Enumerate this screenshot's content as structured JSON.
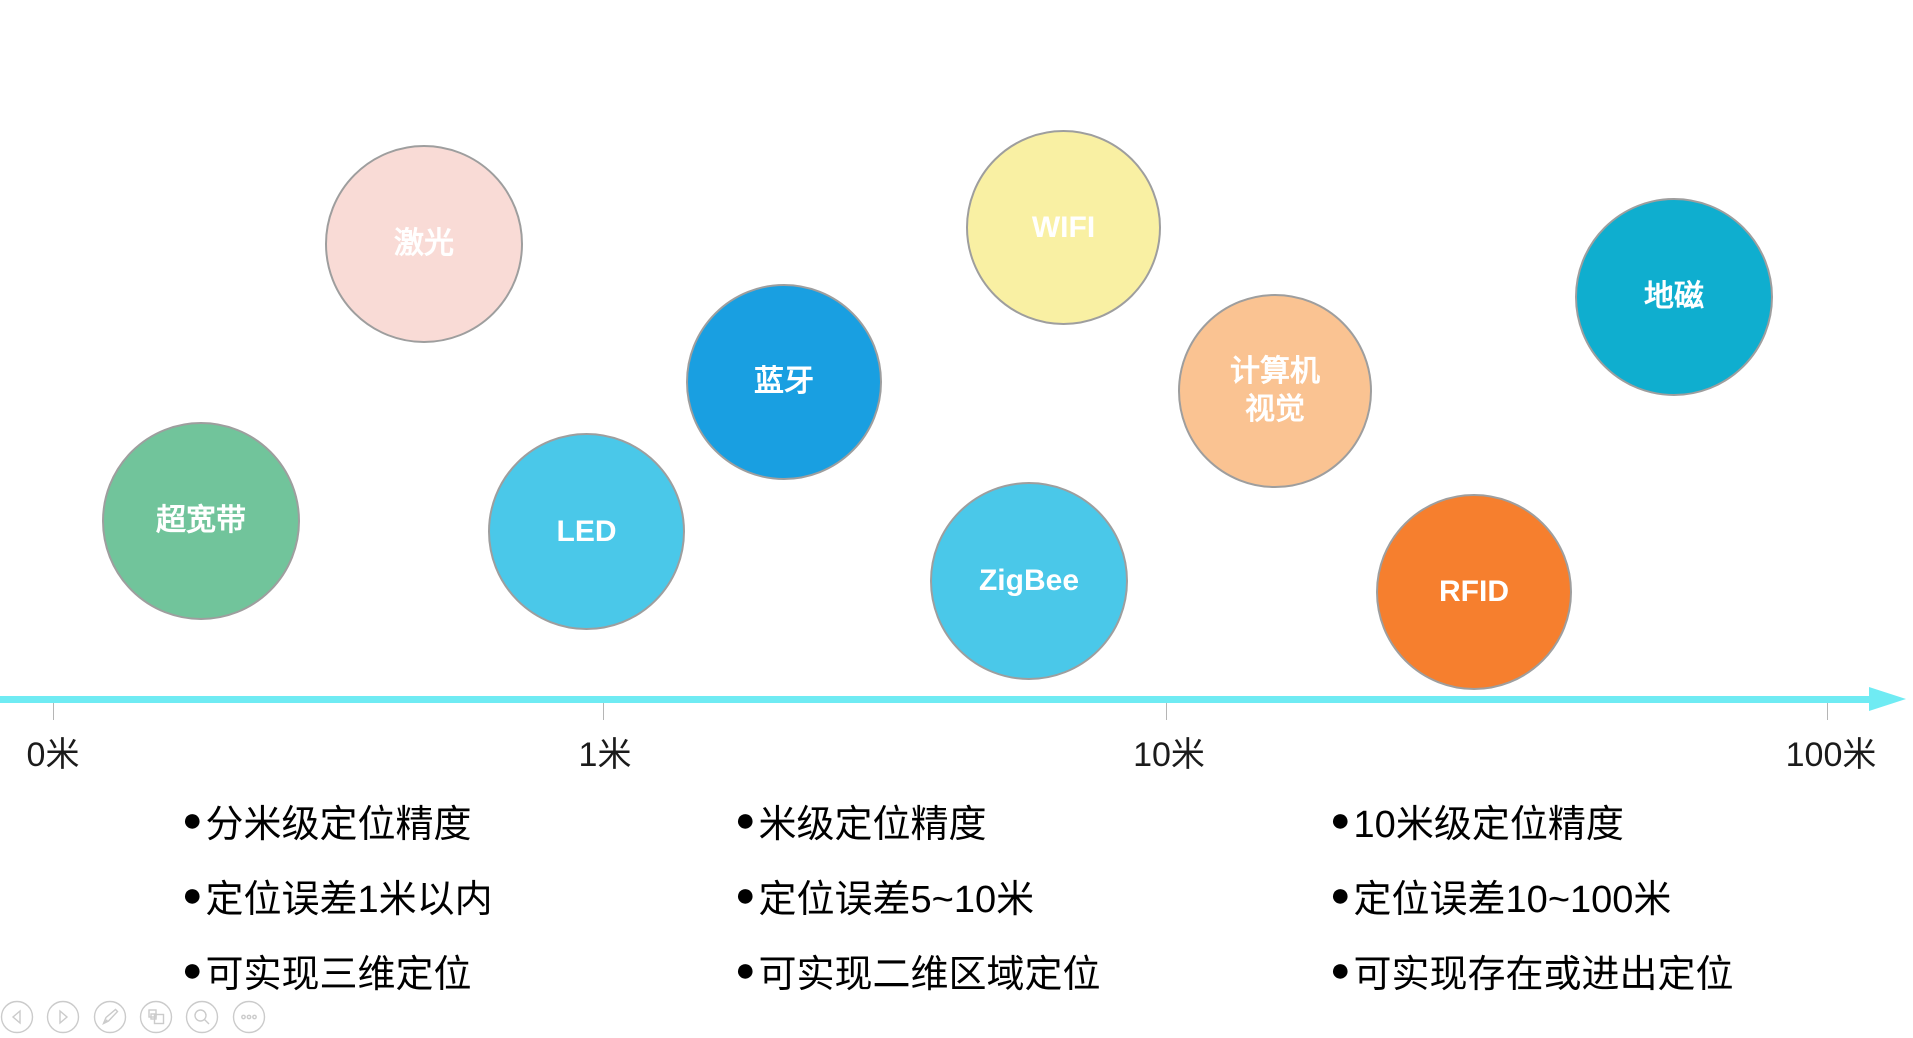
{
  "slide": {
    "bubbles": [
      {
        "label": "激光",
        "color": "#F9DBD6"
      },
      {
        "label": "超宽带",
        "color": "#71C49B"
      },
      {
        "label": "LED",
        "color": "#4AC8E9"
      },
      {
        "label": "蓝牙",
        "color": "#199FE1"
      },
      {
        "label": "WIFI",
        "color": "#F9F0A3"
      },
      {
        "label": "ZigBee",
        "color": "#4AC8E9"
      },
      {
        "label_lines": [
          "计算机",
          "视觉"
        ],
        "color": "#FAC392"
      },
      {
        "label": "RFID",
        "color": "#F67F2E"
      },
      {
        "label": "地磁",
        "color": "#0FAECF"
      }
    ],
    "bubble_border_color": "#9E9E9E",
    "bubble_text_color": "#FFFFFF",
    "axis": {
      "line_color": "#6FEBF3",
      "tick_labels": [
        "0米",
        "1米",
        "10米",
        "100米"
      ]
    },
    "bullet_glyph": "●",
    "columns": [
      {
        "items": [
          "分米级定位精度",
          "定位误差1米以内",
          "可实现三维定位"
        ]
      },
      {
        "items": [
          "米级定位精度",
          "定位误差5~10米",
          "可实现二维区域定位"
        ]
      },
      {
        "items": [
          "10米级定位精度",
          "定位误差10~100米",
          "可实现存在或进出定位"
        ]
      }
    ]
  },
  "toolbar": {
    "buttons": [
      {
        "icon": "prev-arrow-icon"
      },
      {
        "icon": "next-arrow-icon"
      },
      {
        "icon": "pen-icon"
      },
      {
        "icon": "slides-icon"
      },
      {
        "icon": "magnifier-icon"
      },
      {
        "icon": "ellipsis-icon"
      }
    ],
    "icon_color": "#CBCBCB"
  }
}
